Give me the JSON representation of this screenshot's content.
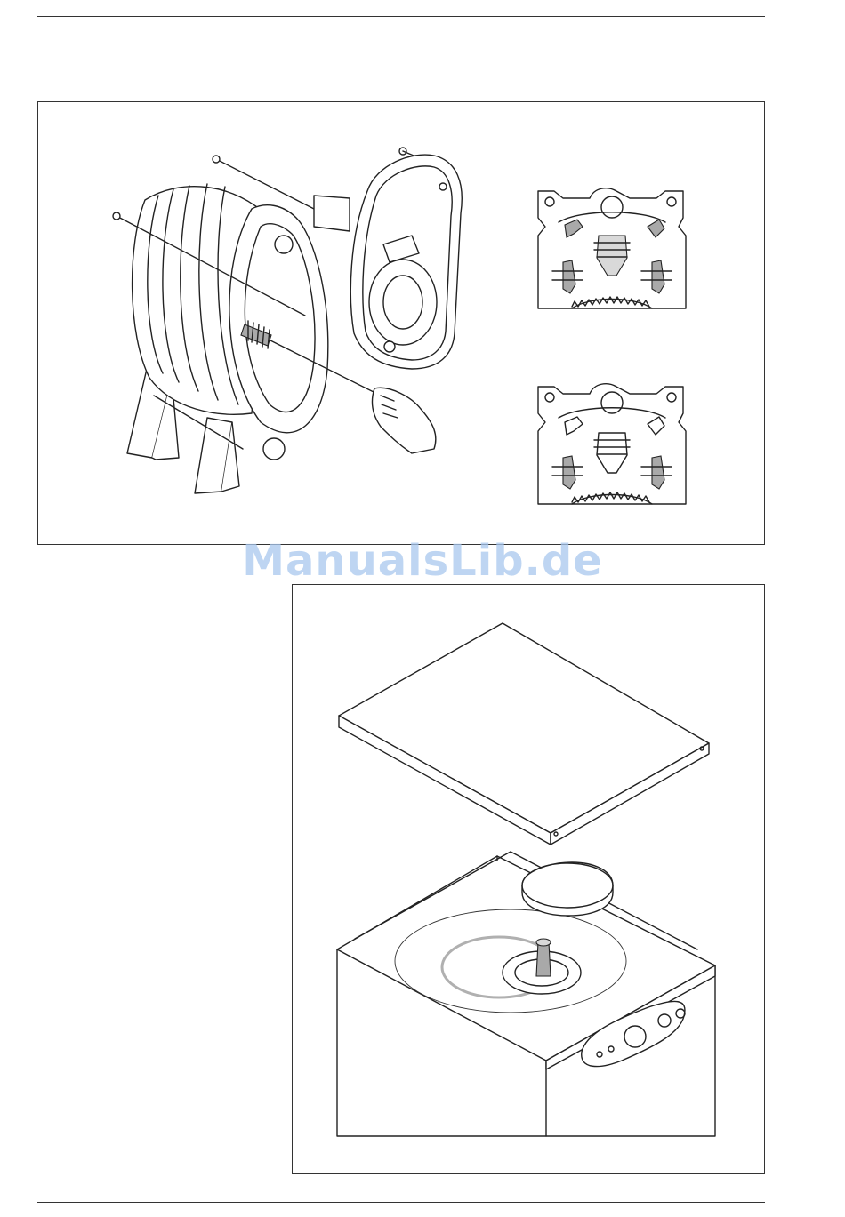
{
  "watermark": {
    "text": "ManualsLib.de"
  },
  "figures": {
    "figure_1": {
      "icon": "boiler-heat-exchanger-cleaning-illustration"
    },
    "figure_2": {
      "icon": "boiler-cabinet-top-panel-illustration"
    }
  }
}
